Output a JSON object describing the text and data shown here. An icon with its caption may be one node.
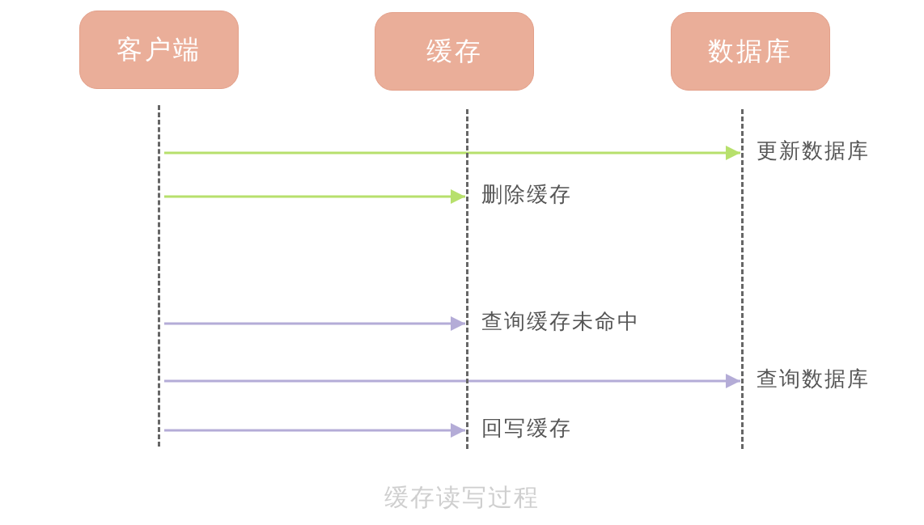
{
  "diagram": {
    "caption": "缓存读写过程",
    "nodes": [
      {
        "text": [
          "客户端"
        ]
      },
      {
        "text": [
          "缓存"
        ]
      },
      {
        "text": [
          "数据库"
        ]
      },
      {
        "text": [],
        "shape": "line"
      },
      {
        "text": [],
        "shape": "line"
      },
      {
        "text": [],
        "shape": "line"
      }
    ],
    "edges": [
      {
        "from": 3,
        "to": 5,
        "arrow": "to",
        "label": "更新数据库",
        "color": "#b7e06c"
      },
      {
        "from": 3,
        "to": 4,
        "arrow": "to",
        "label": "删除缓存",
        "color": "#b7e06c"
      },
      {
        "from": 3,
        "to": 4,
        "arrow": "to",
        "label": "查询缓存未命中"
      },
      {
        "from": 3,
        "to": 5,
        "arrow": "to",
        "label": "查询数据库"
      },
      {
        "from": 3,
        "to": 4,
        "arrow": "to",
        "label": "回写缓存"
      }
    ]
  }
}
